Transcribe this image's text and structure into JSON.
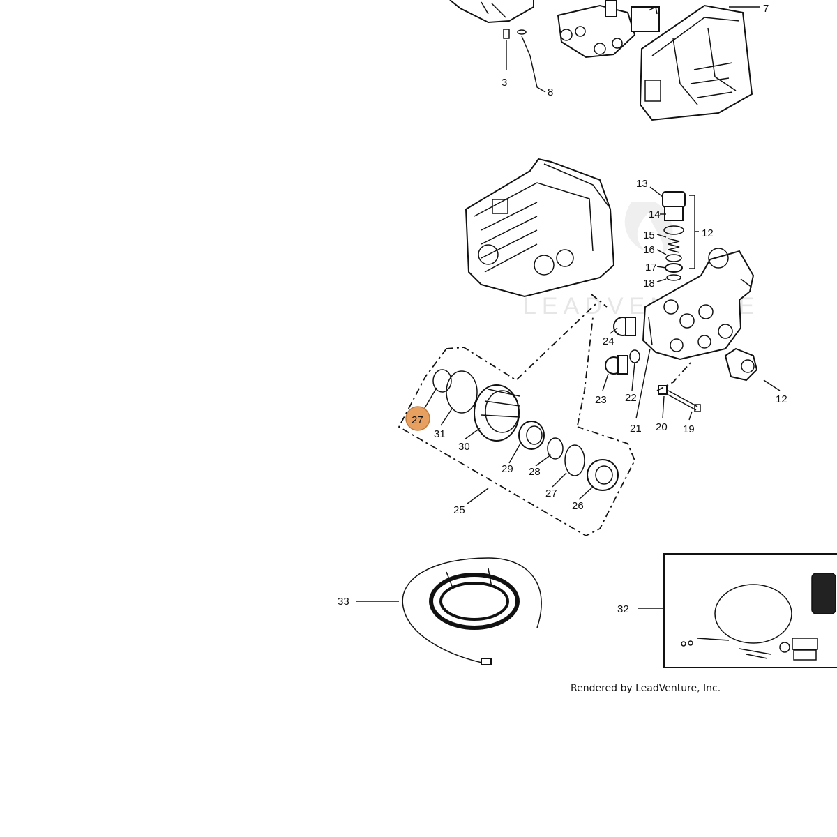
{
  "callouts": {
    "c3": "3",
    "c7": "7",
    "c8": "8",
    "c12a": "12",
    "c12b": "12",
    "c13": "13",
    "c14": "14",
    "c15": "15",
    "c16": "16",
    "c17": "17",
    "c18": "18",
    "c19": "19",
    "c20": "20",
    "c21": "21",
    "c22": "22",
    "c23": "23",
    "c24": "24",
    "c25": "25",
    "c26": "26",
    "c27a": "27",
    "c27b": "27",
    "c28": "28",
    "c29": "29",
    "c30": "30",
    "c31": "31",
    "c32": "32",
    "c33": "33"
  },
  "highlighted_callout": "27",
  "highlight_color": "#e8a060",
  "watermark": "LEADVENTURE",
  "credit": "Rendered by LeadVenture, Inc."
}
